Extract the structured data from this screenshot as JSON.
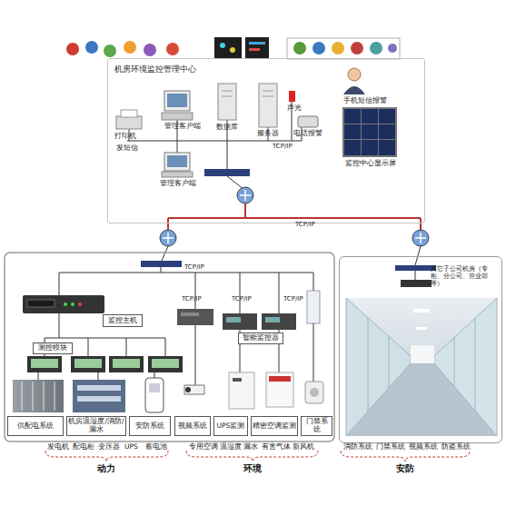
{
  "diagram": {
    "nodes": [
      {
        "text": [
          "机房环境监控管理中心"
        ]
      },
      {
        "text": [
          "监控主机"
        ]
      },
      {
        "text": [
          "测控模块"
        ]
      },
      {
        "text": [
          "智能监控器"
        ]
      },
      {
        "text": [
          "供配电系统"
        ]
      },
      {
        "text": [
          "机房温湿度/消防/漏水"
        ]
      },
      {
        "text": [
          "安防系统"
        ]
      },
      {
        "text": [
          "视频系统"
        ]
      },
      {
        "text": [
          "UPS监测"
        ]
      },
      {
        "text": [
          "精密空调监测"
        ]
      },
      {
        "text": [
          "门禁系统"
        ]
      },
      {
        "text": [
          "其它子公司机房（专柜、分公司、营业部等）"
        ]
      }
    ],
    "labels": [
      "打印机",
      "发短信",
      "管理客户端",
      "数据库",
      "服务器",
      "声光",
      "电话报警",
      "手机短信报警",
      "监控中心显示屏",
      "TCP/IP",
      "管理客户端",
      "TCP/IP",
      "TCP/IP",
      "TCP/IP",
      "TCP/IP",
      "TCP/IP",
      "发电机",
      "配电柜",
      "变压器",
      "UPS",
      "蓄电池",
      "专用空调",
      "温湿度",
      "漏水",
      "有害气体",
      "新风机",
      "消防系统",
      "门禁系统",
      "视频系统",
      "防盗系统",
      "动力",
      "环境",
      "安防"
    ]
  }
}
